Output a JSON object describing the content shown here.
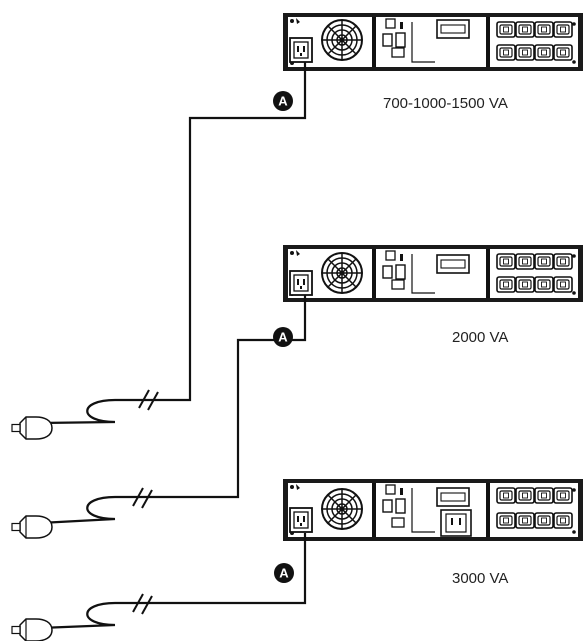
{
  "units": [
    {
      "model_label": "700-1000-1500 VA",
      "cable_marker": "A"
    },
    {
      "model_label": "2000 VA",
      "cable_marker": "A"
    },
    {
      "model_label": "3000 VA",
      "cable_marker": "A"
    }
  ]
}
